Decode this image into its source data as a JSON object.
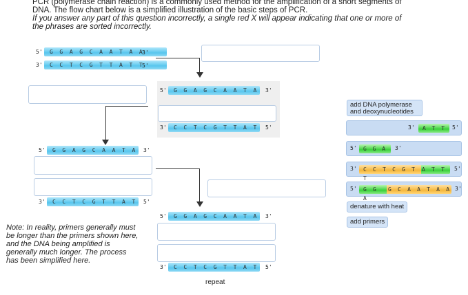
{
  "intro": {
    "line1": "PCR (polymerase chain reaction) is a commonly used method for the amplification of a short segments of",
    "line2": "DNA. The flow chart below is a simplified illustration of the basic steps of PCR.",
    "line3": "If you answer any part of this question incorrectly, a single red X will appear indicating that one or more of",
    "line4": "the phrases are sorted incorrectly."
  },
  "ends": {
    "five": "5'",
    "three": "3'"
  },
  "sequences": {
    "top_strand": "G G A G C A A T A A",
    "bottom_strand": "C C T C G T T A T T"
  },
  "note": "Note: In reality, primers generally must be longer than the primers shown here, and the DNA being amplified is generally much longer. The process has been simplified here.",
  "repeat_label": "repeat",
  "options": {
    "polymerase": "add DNA polymerase and deoxynucleotides",
    "primer_att": "A T T",
    "primer_gga": "G G A",
    "hybrid_orange": "C C T C G T T",
    "hybrid_green": "A T T",
    "hybrid2_green": "G G A",
    "hybrid2_orange": "G C A A T A A",
    "denature": "denature with heat",
    "primers": "add primers"
  }
}
